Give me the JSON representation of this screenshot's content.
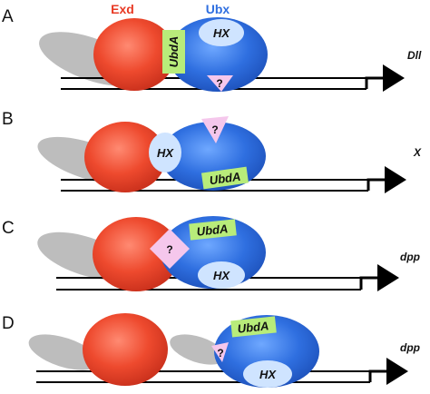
{
  "colors": {
    "exd": "#e83a24",
    "ubx": "#2f6fe0",
    "shadow": "#bdbdbd",
    "hx_domain": "#cfe4ff",
    "ubda_box": "#b8ec7a",
    "question": "#f5c7ec",
    "dna": "#000000"
  },
  "headers": {
    "exd": "Exd",
    "ubx": "Ubx"
  },
  "panels": [
    {
      "letter": "A",
      "gene": "Dll",
      "hx": "HX",
      "ubda": "UbdA",
      "question": "?"
    },
    {
      "letter": "B",
      "gene": "X",
      "hx": "HX",
      "ubda": "UbdA",
      "question": "?"
    },
    {
      "letter": "C",
      "gene": "dpp",
      "hx": "HX",
      "ubda": "UbdA",
      "question": "?"
    },
    {
      "letter": "D",
      "gene": "dpp",
      "hx": "HX",
      "ubda": "UbdA",
      "question": "?"
    }
  ]
}
